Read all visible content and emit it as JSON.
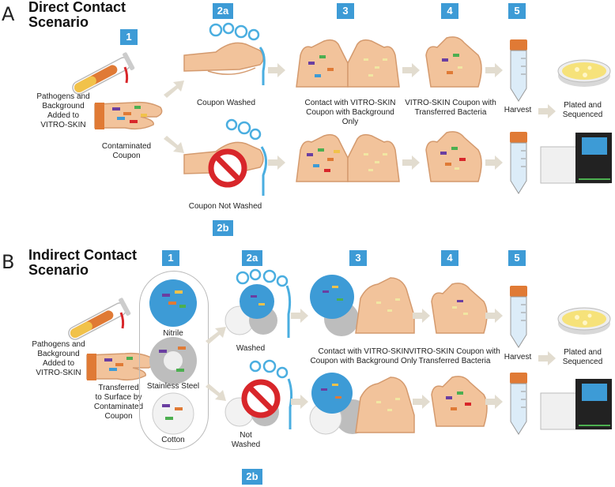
{
  "panel_a": {
    "letter": "A",
    "title_line1": "Direct Contact",
    "title_line2": "Scenario",
    "steps": {
      "s1": "1",
      "s2a": "2a",
      "s3": "3",
      "s4": "4",
      "s5": "5",
      "s2b": "2b"
    },
    "labels": {
      "pathogens": [
        "Pathogens and",
        "Background",
        "Added to",
        "VITRO-SKIN"
      ],
      "contaminated": [
        "Contaminated",
        "Coupon"
      ],
      "washed": [
        "Coupon Washed"
      ],
      "not_washed": [
        "Coupon Not Washed"
      ],
      "contact": [
        "Contact with VITRO-SKIN",
        "Coupon with Background Only"
      ],
      "transferred": [
        "VITRO-SKIN Coupon with",
        "Transferred Bacteria"
      ],
      "harvest": [
        "Harvest"
      ],
      "plated": [
        "Plated and",
        "Sequenced"
      ]
    }
  },
  "panel_b": {
    "letter": "B",
    "title_line1": "Indirect Contact",
    "title_line2": "Scenario",
    "steps": {
      "s1": "1",
      "s2a": "2a",
      "s3": "3",
      "s4": "4",
      "s5": "5",
      "s2b": "2b"
    },
    "labels": {
      "pathogens": [
        "Pathogens and",
        "Background",
        "Added to",
        "VITRO-SKIN"
      ],
      "transferred_surface": [
        "Transferred",
        "to Surface by",
        "Contaminated",
        "Coupon"
      ],
      "nitrile": [
        "Nitrile"
      ],
      "steel": [
        "Stainless Steel"
      ],
      "cotton": [
        "Cotton"
      ],
      "washed": [
        "Washed"
      ],
      "not_washed": [
        "Not",
        "Washed"
      ],
      "contact": [
        "Contact with VITRO-SKIN",
        "Coupon with Background Only"
      ],
      "transferred": [
        "VITRO-SKIN Coupon with",
        "Transferred Bacteria"
      ],
      "harvest": [
        "Harvest"
      ],
      "plated": [
        "Plated and",
        "Sequenced"
      ]
    }
  },
  "colors": {
    "step_badge": "#3d9bd6",
    "skin": "#f2c39b",
    "skin_outline": "#d49a6e",
    "arrow": "#e2dccf",
    "water": "#4aaee0",
    "stop": "#d8262a",
    "tube_cap": "#e07a35",
    "plate": "#f6e27a"
  }
}
